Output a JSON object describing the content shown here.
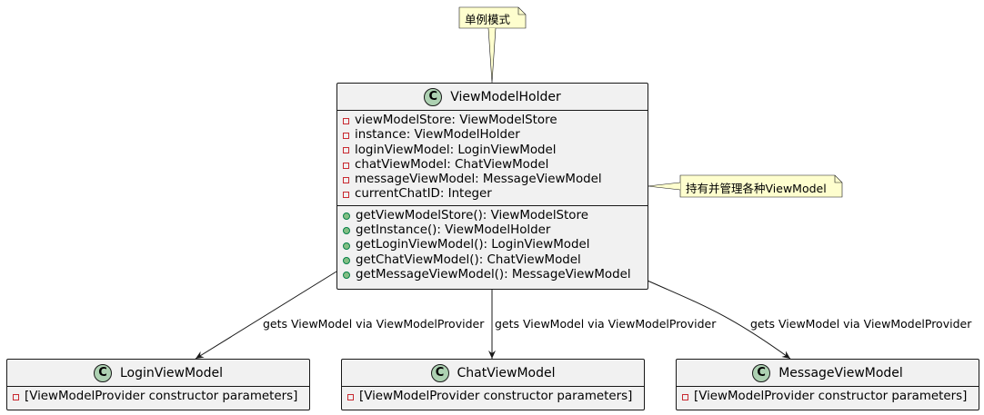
{
  "notes": {
    "singleton": "单例模式",
    "holds": "持有并管理各种ViewModel"
  },
  "holder": {
    "name": "ViewModelHolder",
    "stereotype": "C",
    "fields": [
      "viewModelStore: ViewModelStore",
      "instance: ViewModelHolder",
      "loginViewModel: LoginViewModel",
      "chatViewModel: ChatViewModel",
      "messageViewModel: MessageViewModel",
      "currentChatID: Integer"
    ],
    "methods": [
      "getViewModelStore(): ViewModelStore",
      "getInstance(): ViewModelHolder",
      "getLoginViewModel(): LoginViewModel",
      "getChatViewModel(): ChatViewModel",
      "getMessageViewModel(): MessageViewModel"
    ]
  },
  "login": {
    "name": "LoginViewModel",
    "stereotype": "C",
    "fields": [
      "[ViewModelProvider constructor parameters]"
    ]
  },
  "chat": {
    "name": "ChatViewModel",
    "stereotype": "C",
    "fields": [
      "[ViewModelProvider constructor parameters]"
    ]
  },
  "message": {
    "name": "MessageViewModel",
    "stereotype": "C",
    "fields": [
      "[ViewModelProvider constructor parameters]"
    ]
  },
  "edges": {
    "to_login": "gets ViewModel via ViewModelProvider",
    "to_chat": "gets ViewModel via ViewModelProvider",
    "to_message": "gets ViewModel via ViewModelProvider"
  },
  "colors": {
    "class_bg": "#f1f1f1",
    "note_bg": "#fefece",
    "badge": "#add1b2",
    "private": "#c82930",
    "public": "#038048"
  }
}
